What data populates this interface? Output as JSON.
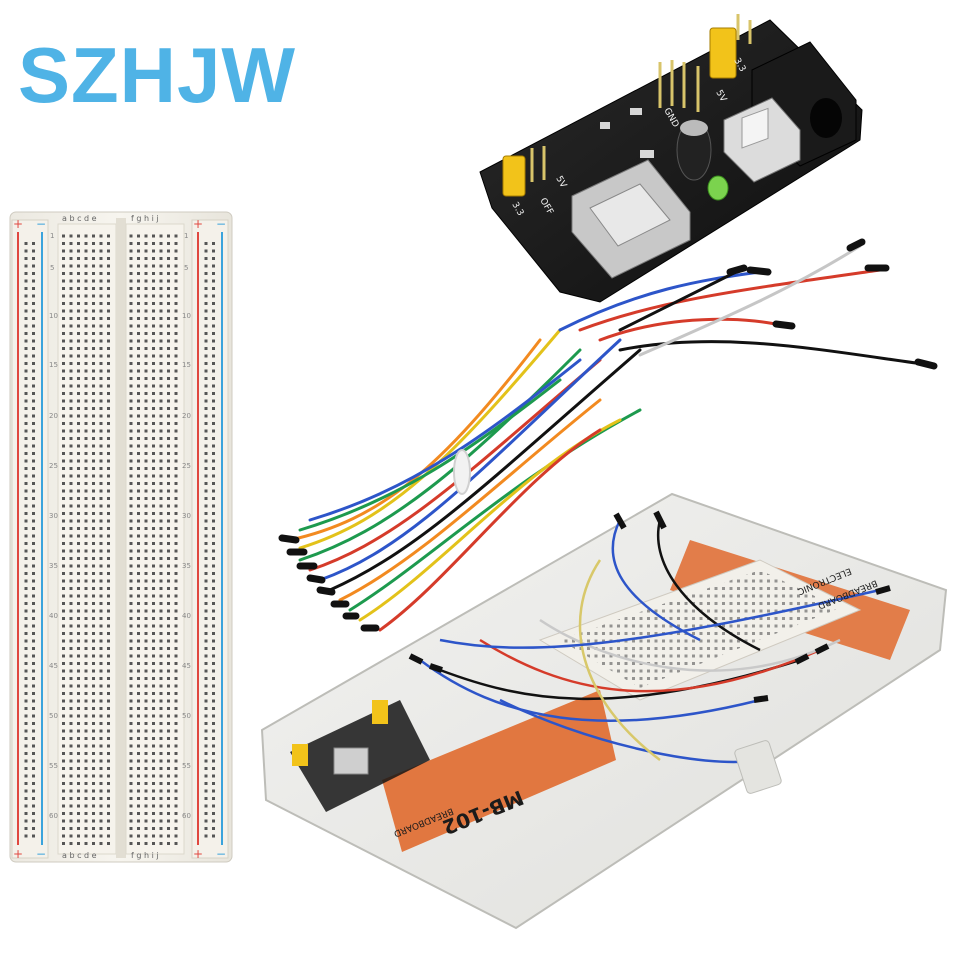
{
  "brand": {
    "text": "SZHJW",
    "color": "#4fb3e6"
  },
  "breadboard": {
    "columns_left": "a b c d e",
    "columns_right": "f g h i j",
    "row_numbers": [
      "1",
      "5",
      "10",
      "15",
      "20",
      "25",
      "30",
      "35",
      "40",
      "45",
      "50",
      "55",
      "60"
    ],
    "rail_plus": "+",
    "rail_minus": "−",
    "rail_red": "#e0473f",
    "rail_blue": "#3aa3dc"
  },
  "power_module": {
    "labels": [
      "5V",
      "OFF",
      "3.3",
      "GND",
      "3.3",
      "5V"
    ]
  },
  "case_box": {
    "label_model": "MB-102",
    "label_breadboard": "BREADBOARD",
    "label_electronic": "ELECTRONIC",
    "label_breadboard_small": "BREADBOARD",
    "accent": "#e06a2e"
  }
}
